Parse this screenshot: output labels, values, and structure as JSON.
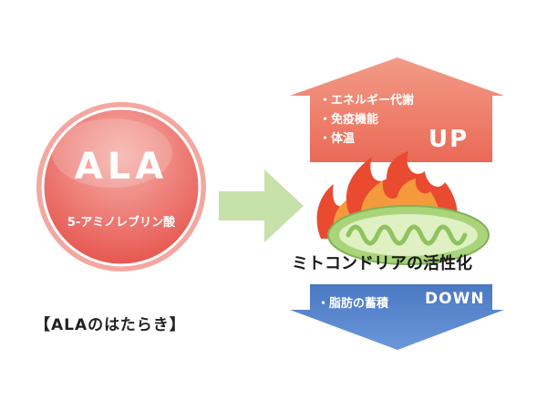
{
  "circle": {
    "title": "ALA",
    "subtitle": "5-アミノレブリン酸",
    "colors": {
      "outer": "#f19a94",
      "inner_top": "#f5a8a1",
      "inner_bottom": "#e85a52"
    }
  },
  "caption": "【ALAのはたらき】",
  "effect_up": {
    "items": [
      "・エネルギー代謝",
      "・免疫機能",
      "・体温"
    ],
    "label": "UP",
    "color": "#ee7f6b"
  },
  "mitochondria_label": "ミトコンドリアの活性化",
  "effect_down": {
    "item": "・脂肪の蓄積",
    "label": "DOWN",
    "color": "#4f7ec8"
  },
  "icons": [
    "right-arrow-icon",
    "flame-icon",
    "mitochondria-icon"
  ],
  "colors": {
    "arrow_green": "#c5e0a8",
    "flame_red": "#e8452f",
    "flame_orange": "#f39a3a",
    "mito_green": "#a8d178"
  }
}
